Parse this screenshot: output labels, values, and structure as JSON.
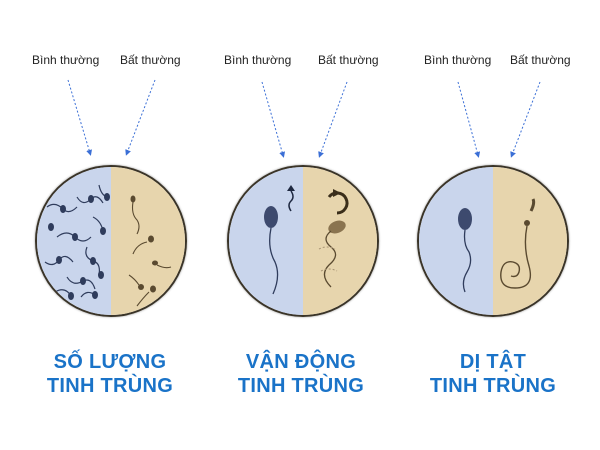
{
  "panels": [
    {
      "normal_label": "Bình thường",
      "abnormal_label": "Bất thường",
      "title_line1": "SỐ LƯỢNG",
      "title_line2": "TINH TRÙNG",
      "normal_icon": "many-sperm-icon",
      "abnormal_icon": "few-sperm-icon"
    },
    {
      "normal_label": "Bình thường",
      "abnormal_label": "Bất thường",
      "title_line1": "VẬN ĐỘNG",
      "title_line2": "TINH TRÙNG",
      "normal_icon": "forward-motion-sperm-icon",
      "abnormal_icon": "circular-motion-sperm-icon"
    },
    {
      "normal_label": "Bình thường",
      "abnormal_label": "Bất thường",
      "title_line1": "DỊ TẬT",
      "title_line2": "TINH TRÙNG",
      "normal_icon": "normal-shape-sperm-icon",
      "abnormal_icon": "deformed-sperm-icon"
    }
  ],
  "colors": {
    "title": "#1a73c8",
    "arrow": "#3b6fd6",
    "normal_bg": "#c9d5ec",
    "abnormal_bg": "#e7d5ad",
    "normal_sperm": "#2f3c5c",
    "abnormal_sperm": "#5a4a30"
  }
}
